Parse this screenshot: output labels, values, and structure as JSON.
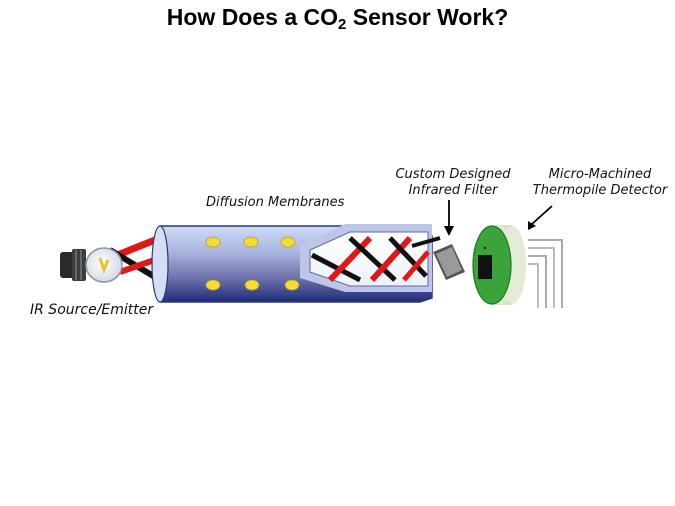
{
  "title": {
    "main": "How Does a CO",
    "sub": "2",
    "tail": " Sensor Work?"
  },
  "labels": {
    "diffusion": "Diffusion Membranes",
    "filter_line1": "Custom Designed",
    "filter_line2": "Infrared Filter",
    "detector_line1": "Micro-Machined",
    "detector_line2": "Thermopile Detector",
    "source": "IR Source/Emitter"
  },
  "colors": {
    "tube_top": "#b8c8ea",
    "tube_mid": "#7f86b8",
    "tube_bottom": "#1f2a7a",
    "beam_red": "#e01818",
    "beam_black": "#111111",
    "membrane_dot": "#f2dc3a",
    "detector_green": "#3aa33a",
    "detector_body": "#dde8cf"
  }
}
